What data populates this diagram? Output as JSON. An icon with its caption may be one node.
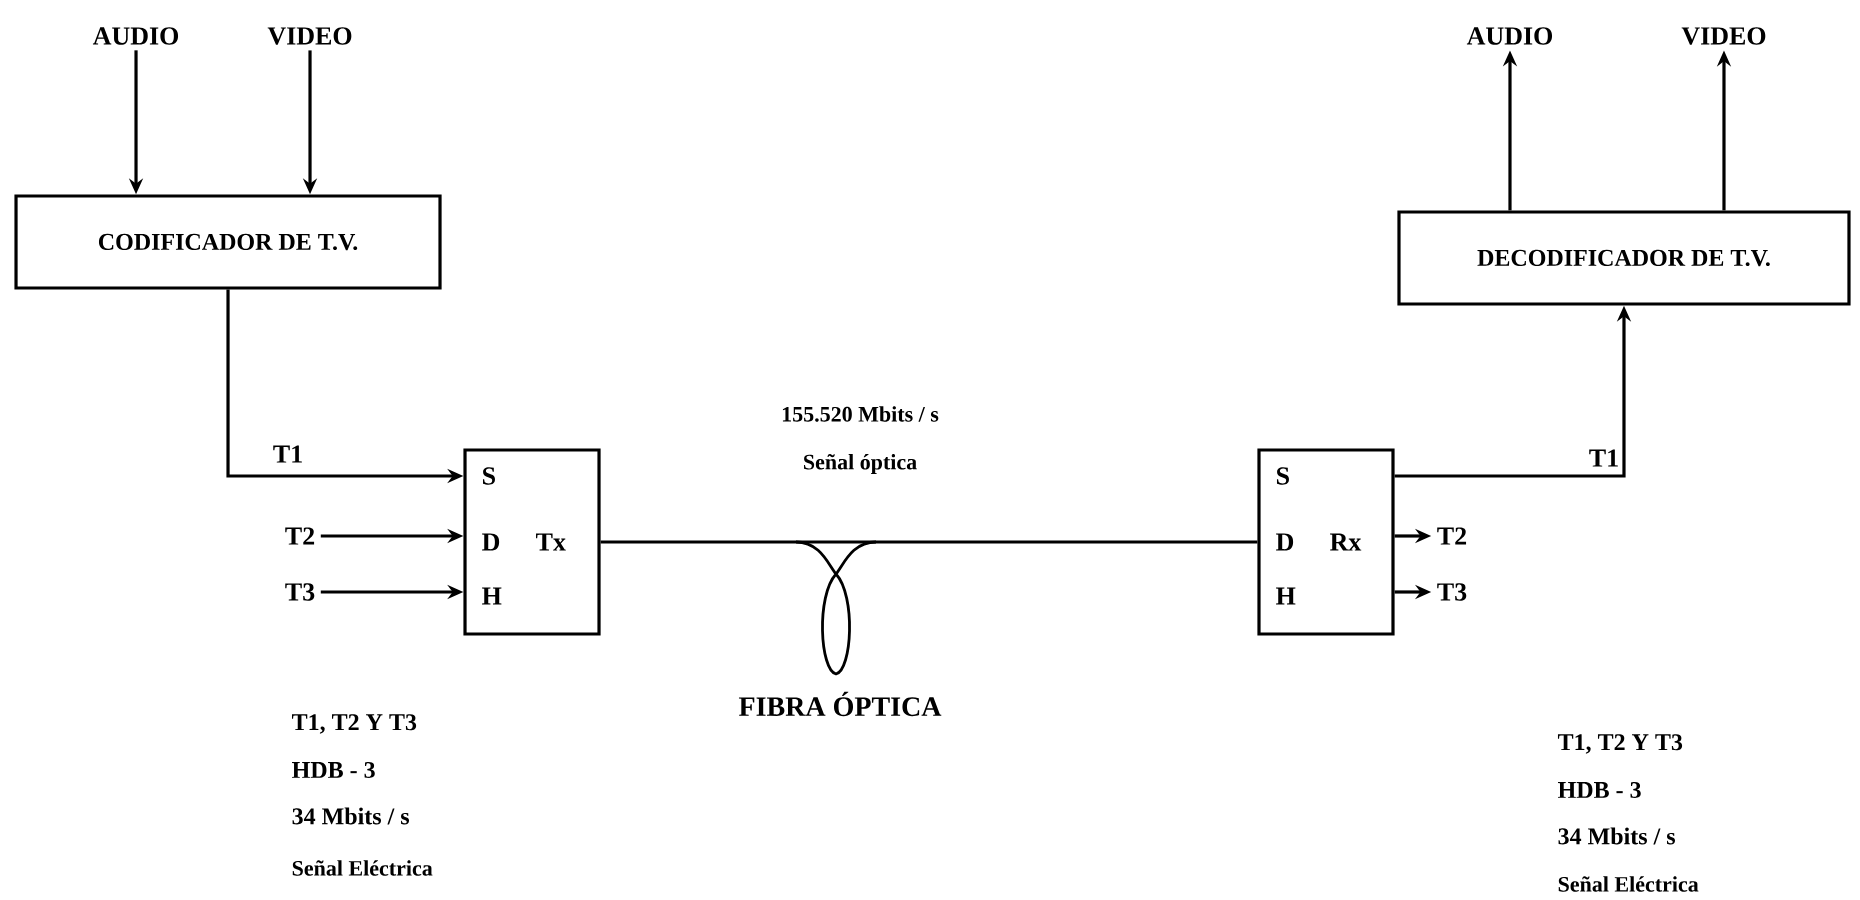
{
  "diagram": {
    "nodes": [
      {
        "text": [
          "AUDIO"
        ]
      },
      {
        "text": [
          "VIDEO"
        ]
      },
      {
        "text": [
          "CODIFICADOR DE T.V."
        ]
      },
      {
        "text": [
          "T2"
        ]
      },
      {
        "text": [
          "T3"
        ]
      },
      {
        "text": [
          "S",
          "D",
          "H",
          "Tx"
        ]
      },
      {
        "text": [
          "S",
          "D",
          "H",
          "Rx"
        ]
      },
      {
        "text": [
          "DECODIFICADOR DE T.V."
        ]
      },
      {
        "text": [
          "AUDIO"
        ]
      },
      {
        "text": [
          "VIDEO"
        ]
      },
      {
        "text": [
          "T2"
        ]
      },
      {
        "text": [
          "T3"
        ]
      }
    ],
    "edges": [
      {
        "from": 0,
        "to": 2,
        "arrow": "to"
      },
      {
        "from": 1,
        "to": 2,
        "arrow": "to"
      },
      {
        "from": 2,
        "to": 5,
        "arrow": "to",
        "label": "T1"
      },
      {
        "from": 3,
        "to": 5,
        "arrow": "to"
      },
      {
        "from": 4,
        "to": 5,
        "arrow": "to"
      },
      {
        "from": 5,
        "to": 6,
        "arrow": "none"
      },
      {
        "from": 6,
        "to": 7,
        "arrow": "to",
        "label": "T1"
      },
      {
        "from": 7,
        "to": 8,
        "arrow": "to"
      },
      {
        "from": 7,
        "to": 9,
        "arrow": "to"
      },
      {
        "from": 6,
        "to": 10,
        "arrow": "to"
      },
      {
        "from": 6,
        "to": 11,
        "arrow": "to"
      }
    ],
    "labels": [
      "155.520 Mbits / s",
      "Señal óptica",
      "FIBRA ÓPTICA",
      "T1, T2 Y T3",
      "HDB - 3",
      "34 Mbits / s",
      "Señal Eléctrica",
      "T1, T2 Y T3",
      "HDB - 3",
      "34 Mbits / s",
      "Señal Eléctrica"
    ]
  }
}
